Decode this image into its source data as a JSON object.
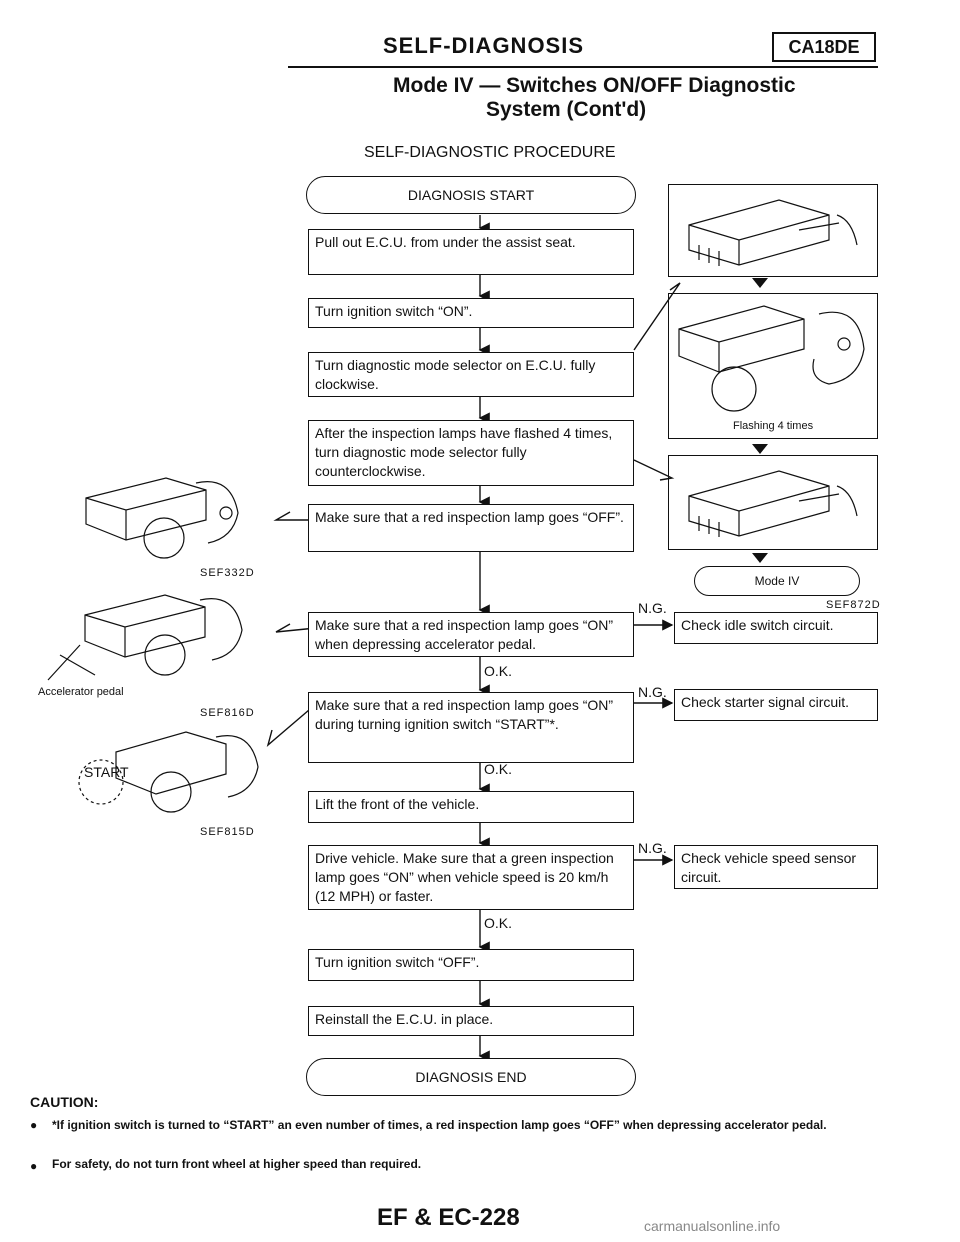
{
  "header": {
    "title": "SELF-DIAGNOSIS",
    "model_tag": "CA18DE",
    "subtitle_line1": "Mode IV — Switches ON/OFF Diagnostic",
    "subtitle_line2": "System (Cont'd)"
  },
  "procedure_title": "SELF-DIAGNOSTIC PROCEDURE",
  "flow": {
    "start": "DIAGNOSIS START",
    "step1": "Pull out E.C.U. from under the assist seat.",
    "step2": "Turn ignition switch “ON”.",
    "step3": "Turn diagnostic mode selector on E.C.U. fully clockwise.",
    "step4": "After the inspection lamps have flashed 4 times, turn diagnostic mode selector fully counterclockwise.",
    "step5": "Make sure that a red inspection lamp goes “OFF”.",
    "step6": "Make sure that a red inspection lamp goes “ON” when depressing accelerator pedal.",
    "step7": "Make sure that a red inspection lamp goes “ON” during turning ignition switch “START”*.",
    "step8": "Lift the front of the vehicle.",
    "step9": "Drive vehicle. Make sure that a green inspection lamp goes “ON” when vehicle speed is 20 km/h (12 MPH) or faster.",
    "step10": "Turn ignition switch “OFF”.",
    "step11": "Reinstall the E.C.U. in place.",
    "end": "DIAGNOSIS END",
    "ng_label": "N.G.",
    "ok_label": "O.K.",
    "check1": "Check idle switch circuit.",
    "check2": "Check starter signal circuit.",
    "check3": "Check vehicle speed sensor circuit."
  },
  "right_panel": {
    "flashing": "Flashing 4 times",
    "mode": "Mode IV",
    "figure_code": "SEF872D"
  },
  "left_figures": {
    "fig1_code": "SEF332D",
    "fig2_label": "Accelerator pedal",
    "fig2_code": "SEF816D",
    "fig3_start": "START",
    "fig3_code": "SEF815D"
  },
  "caution": {
    "heading": "CAUTION:",
    "item1": "*If ignition switch is turned to “START” an even number of times, a red inspection lamp goes “OFF” when depressing accelerator pedal.",
    "item2": "For safety, do not turn front wheel at higher speed than required."
  },
  "footer": {
    "page": "EF & EC-228"
  },
  "watermark": "carmanualsonline.info"
}
